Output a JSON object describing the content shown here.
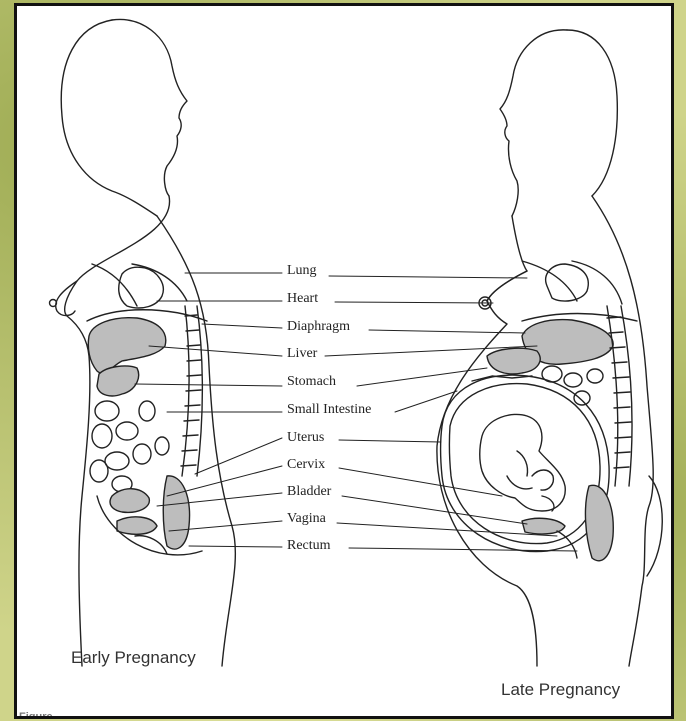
{
  "labels": [
    "Lung",
    "Heart",
    "Diaphragm",
    "Liver",
    "Stomach",
    "Small Intestine",
    "Uterus",
    "Cervix",
    "Bladder",
    "Vagina",
    "Rectum"
  ],
  "captions": {
    "early": "Early Pregnancy",
    "late": "Late Pregnancy"
  },
  "figure_fragment": "Figure",
  "colors": {
    "line": "#222222",
    "organ_fill": "#bdbdbd",
    "background": "#cfd48a",
    "frame": "#111111"
  }
}
